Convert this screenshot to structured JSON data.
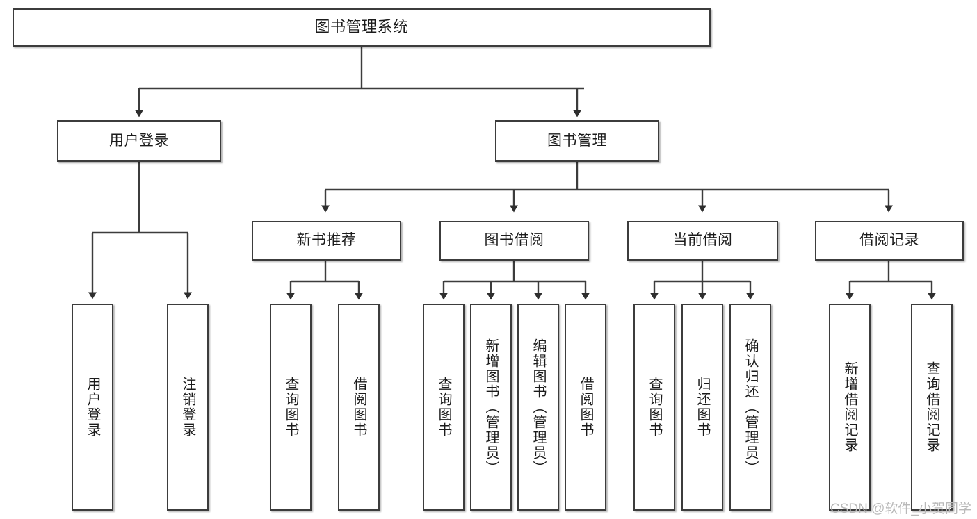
{
  "diagram": {
    "title": "图书管理系统",
    "type": "tree",
    "background_color": "#ffffff",
    "line_color": "#3c3c3c",
    "text_color": "#1b1b1b",
    "root": {
      "label": "图书管理系统"
    },
    "level1": [
      {
        "label": "用户登录"
      },
      {
        "label": "图书管理"
      }
    ],
    "level2": [
      {
        "label": "新书推荐"
      },
      {
        "label": "图书借阅"
      },
      {
        "label": "当前借阅"
      },
      {
        "label": "借阅记录"
      }
    ],
    "leaves": [
      {
        "label": "用户登录",
        "parent": "用户登录"
      },
      {
        "label": "注销登录",
        "parent": "用户登录"
      },
      {
        "label": "查询图书",
        "parent": "新书推荐"
      },
      {
        "label": "借阅图书",
        "parent": "新书推荐"
      },
      {
        "label": "查询图书",
        "parent": "图书借阅"
      },
      {
        "label": "新增图书（管理员）",
        "parent": "图书借阅"
      },
      {
        "label": "编辑图书（管理员）",
        "parent": "图书借阅"
      },
      {
        "label": "借阅图书",
        "parent": "图书借阅"
      },
      {
        "label": "查询图书",
        "parent": "当前借阅"
      },
      {
        "label": "归还图书",
        "parent": "当前借阅"
      },
      {
        "label": "确认归还（管理员）",
        "parent": "当前借阅"
      },
      {
        "label": "新增借阅记录",
        "parent": "借阅记录"
      },
      {
        "label": "查询借阅记录",
        "parent": "借阅记录"
      }
    ]
  },
  "watermark": {
    "text": "CSDN @软件_小贺同学"
  }
}
